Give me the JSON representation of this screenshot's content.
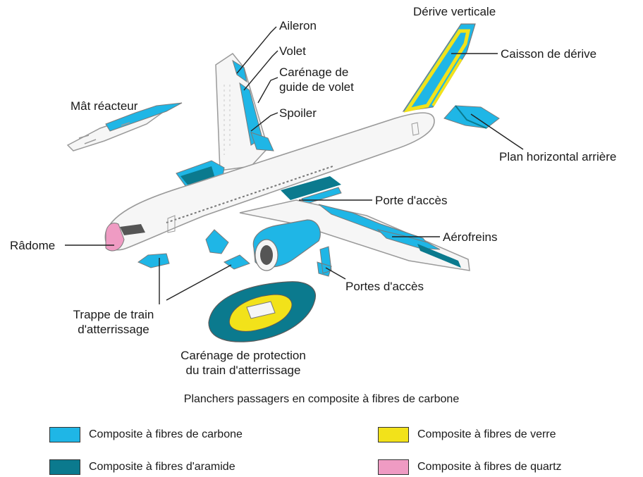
{
  "colors": {
    "carbon": "#1fb6e6",
    "verre": "#f2e21a",
    "aramide": "#0b7a8e",
    "quartz": "#ef9bc3",
    "fuselage": "#f6f6f6",
    "outline": "#9a9a9a",
    "leader": "#222222"
  },
  "labels": {
    "aileron": "Aileron",
    "volet": "Volet",
    "carenage_guide_l1": "Carénage de",
    "carenage_guide_l2": "guide de volet",
    "spoiler": "Spoiler",
    "mat_reacteur": "Mât réacteur",
    "derive_verticale": "Dérive verticale",
    "caisson_derive": "Caisson de dérive",
    "plan_horizontal": "Plan horizontal arrière",
    "porte_acces": "Porte d'accès",
    "aerofreins": "Aérofreins",
    "portes_acces": "Portes d'accès",
    "radome": "Râdome",
    "trappe_l1": "Trappe de train",
    "trappe_l2": "d'atterrissage",
    "carenage_protection_l1": "Carénage de protection",
    "carenage_protection_l2": "du train d'atterrissage"
  },
  "caption": "Planchers passagers en composite à fibres de carbone",
  "legend": [
    {
      "label": "Composite à fibres de carbone",
      "color": "carbon"
    },
    {
      "label": "Composite à fibres de verre",
      "color": "verre"
    },
    {
      "label": "Composite à fibres d'aramide",
      "color": "aramide"
    },
    {
      "label": "Composite à fibres de quartz",
      "color": "quartz"
    }
  ]
}
